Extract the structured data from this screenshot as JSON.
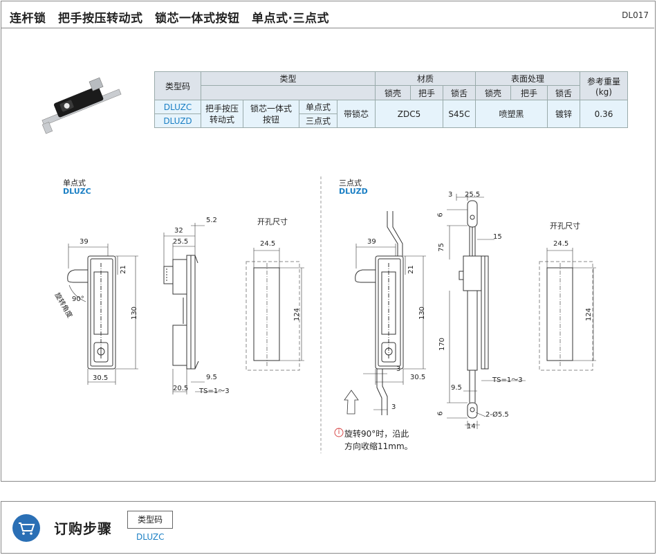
{
  "header": {
    "title": "连杆锁　把手按压转动式　锁芯一体式按钮　单点式·三点式",
    "code": "DL017"
  },
  "table": {
    "head": {
      "type_code": "类型码",
      "type": "类型",
      "material": "材质",
      "surface": "表面处理",
      "weight": "参考重量",
      "weight_unit": "(kg)",
      "lock_shell": "锁壳",
      "handle": "把手",
      "lock_tongue": "锁舌"
    },
    "codes": [
      "DLUZC",
      "DLUZD"
    ],
    "type_col1": "把手按压\n转动式",
    "type_col2": "锁芯一体式\n按钮",
    "points": [
      "单点式",
      "三点式"
    ],
    "core": "带锁芯",
    "shell_mat": "ZDC5",
    "tongue_mat": "S45C",
    "surface_val": "喷塑黑",
    "tongue_surface": "镀锌",
    "weight_val": "0.36"
  },
  "drawing": {
    "single": {
      "name": "单点式",
      "code": "DLUZC"
    },
    "triple": {
      "name": "三点式",
      "code": "DLUZD"
    },
    "cutout": "开孔尺寸",
    "rotate_angle": "旋转角度",
    "deg90": "90°",
    "ts": "TS=1～3",
    "hole": "2-Ø5.5",
    "note_line1": "旋转90°时，沿此",
    "note_line2": "方向收缩11mm。",
    "dims": {
      "d39": "39",
      "d21": "21",
      "d130": "130",
      "d30_5": "30.5",
      "d32": "32",
      "d25_5": "25.5",
      "d5_2": "5.2",
      "d9_5": "9.5",
      "d20_5": "20.5",
      "d24_5": "24.5",
      "d124": "124",
      "d3": "3",
      "d6": "6",
      "d75": "75",
      "d15": "15",
      "d170": "170",
      "d14": "14"
    }
  },
  "order": {
    "title": "订购步骤",
    "box_label": "类型码",
    "code": "DLUZC"
  }
}
